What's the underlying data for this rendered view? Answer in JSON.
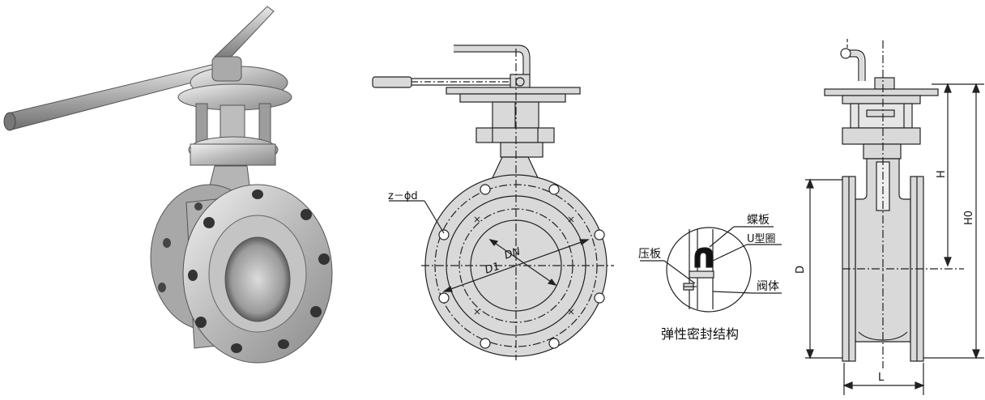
{
  "labels": {
    "z_phi_d": "z－ϕd",
    "dn": "DN",
    "d1": "D1",
    "butterfly_plate": "蝶板",
    "u_ring": "U型圈",
    "pressure_plate": "压板",
    "valve_body": "阀体",
    "seal_caption": "弹性密封结构",
    "dim_D": "D",
    "dim_H": "H",
    "dim_H0": "H0",
    "dim_L": "L"
  },
  "colors": {
    "line": "#222222",
    "fill": "#d9d9d9",
    "fill_dark": "#bdbdbd",
    "metal": "#c8c8c8"
  }
}
